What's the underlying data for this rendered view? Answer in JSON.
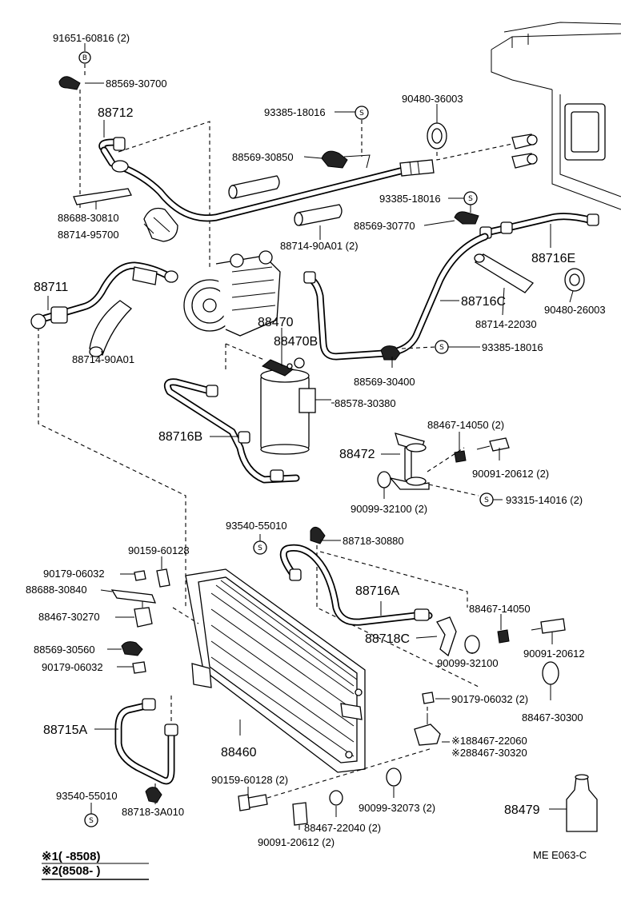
{
  "labels": {
    "p91651": "91651-60816 (2)",
    "p88569_30700": "88569-30700",
    "p88712": "88712",
    "p88688_30810": "88688-30810",
    "p88714_95700": "88714-95700",
    "p93385_a": "93385-18016",
    "p88569_30850": "88569-30850",
    "p90480_36003": "90480-36003",
    "p93385_b": "93385-18016",
    "p88569_30770": "88569-30770",
    "p88714_90A01_2": "88714-90A01 (2)",
    "p88716E": "88716E",
    "p90480_26003": "90480-26003",
    "p88711": "88711",
    "p88714_90A01": "88714-90A01",
    "p88470": "88470",
    "p88470B": "88470B",
    "p88716C": "88716C",
    "p88714_22030": "88714-22030",
    "p93385_c": "93385-18016",
    "p88569_30400": "88569-30400",
    "p88578_30380": "88578-30380",
    "p88467_14050_2": "88467-14050 (2)",
    "p88716B": "88716B",
    "p88472": "88472",
    "p90091_20612_2a": "90091-20612 (2)",
    "p90099_32100_2": "90099-32100 (2)",
    "p93315_14016": "93315-14016 (2)",
    "p93540_55010_a": "93540-55010",
    "p88718_30880": "88718-30880",
    "p90159_60128": "90159-60128",
    "p90179_06032_a": "90179-06032",
    "p88688_30840": "88688-30840",
    "p88716A": "88716A",
    "p88467_14050": "88467-14050",
    "p88467_30270": "88467-30270",
    "p88718C": "88718C",
    "p90091_20612": "90091-20612",
    "p88569_30560": "88569-30560",
    "p90099_32100": "90099-32100",
    "p90179_06032_b": "90179-06032",
    "p88467_30300": "88467-30300",
    "p90179_06032_2": "90179-06032 (2)",
    "p88715A": "88715A",
    "p88460": "88460",
    "p88467_22060": "※188467-22060",
    "p88467_30320": "※288467-30320",
    "p90159_60128_2": "90159-60128 (2)",
    "p90099_32073": "90099-32073 (2)",
    "p93540_55010_b": "93540-55010",
    "p88479": "88479",
    "p88718_3A010": "88718-3A010",
    "p88467_22040": "88467-22040 (2)",
    "p90091_20612_2b": "90091-20612 (2)"
  },
  "symbols": {
    "bolt_b": "B",
    "stud_s": "S"
  },
  "footer": {
    "note1": "※1(      -8508)",
    "note2": "※2(8508-       )",
    "code": "ME  E063-C"
  }
}
